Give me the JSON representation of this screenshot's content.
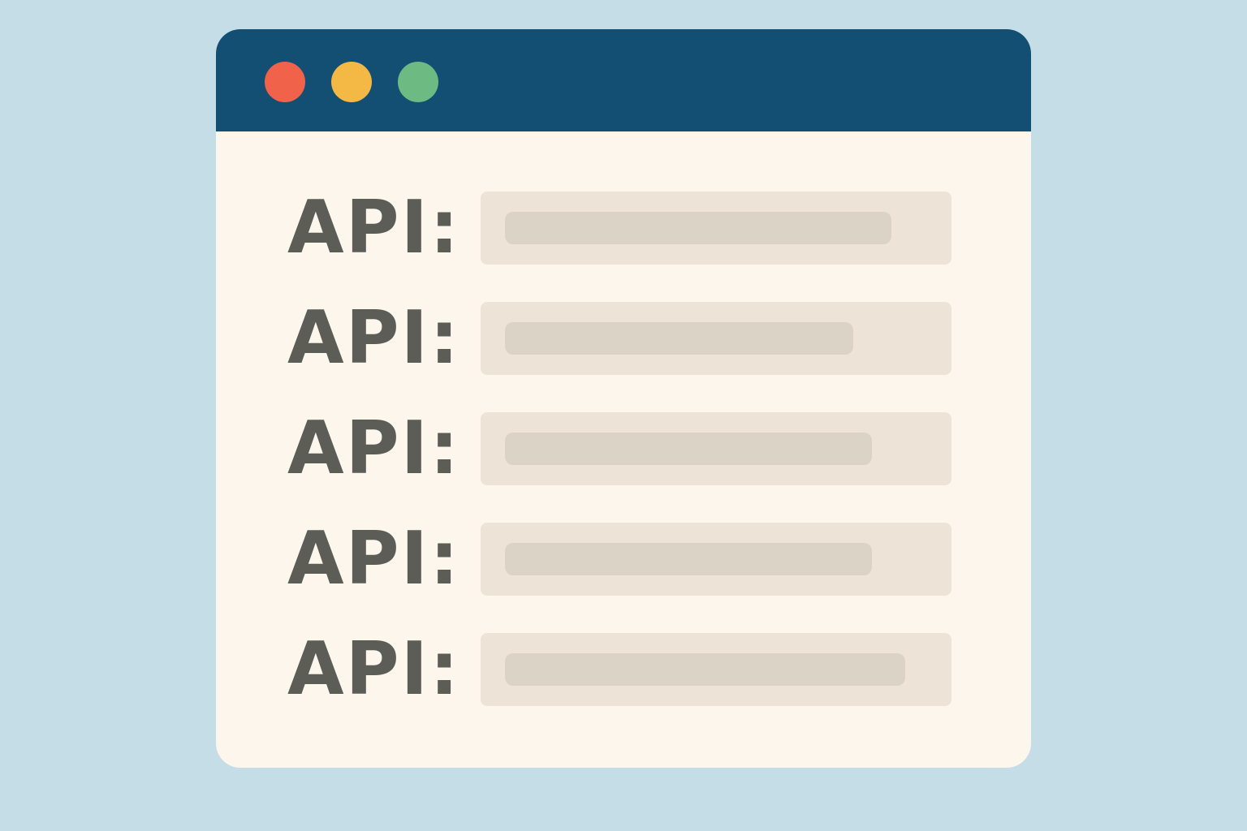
{
  "window": {
    "controls": [
      {
        "name": "close",
        "color": "#f0634a"
      },
      {
        "name": "minimize",
        "color": "#f4b845"
      },
      {
        "name": "maximize",
        "color": "#6dba82"
      }
    ]
  },
  "rows": [
    {
      "label": "API:",
      "value_fill": 0.82
    },
    {
      "label": "API:",
      "value_fill": 0.74
    },
    {
      "label": "API:",
      "value_fill": 0.78
    },
    {
      "label": "API:",
      "value_fill": 0.78
    },
    {
      "label": "API:",
      "value_fill": 0.85
    }
  ]
}
